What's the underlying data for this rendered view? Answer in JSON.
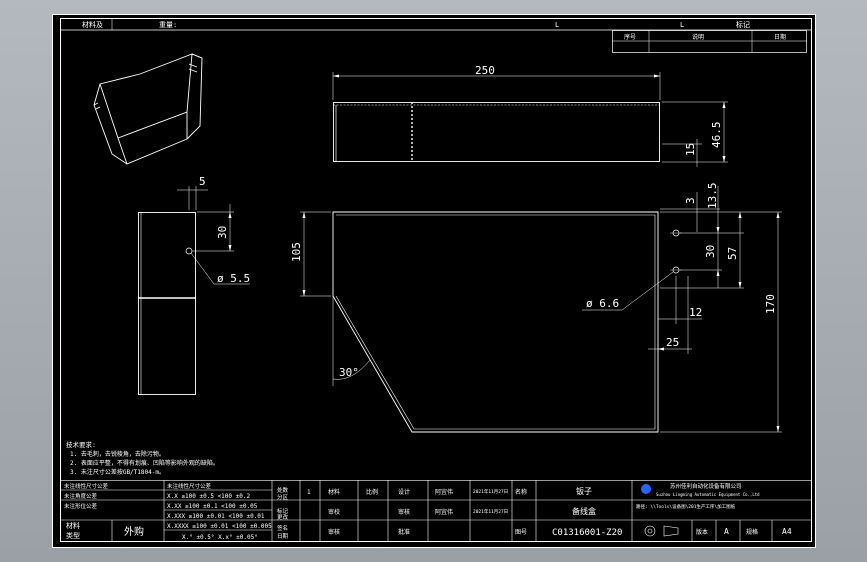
{
  "title_block_top": {
    "left_label_1": "材料及",
    "left_label_2": "重量:",
    "mark_1": "L",
    "mark_2": "L",
    "right_label": "标记",
    "rev_col_1": "序号",
    "rev_col_2": "说明",
    "rev_col_3": "日期"
  },
  "dimensions": {
    "top_width": "250",
    "top_height": "46.5",
    "top_small": "15",
    "side_top": "5",
    "side_30": "30",
    "side_hole": "ø 5.5",
    "main_105": "105",
    "main_3": "3",
    "main_13_5": "13.5",
    "main_30": "30",
    "main_57": "57",
    "main_170": "170",
    "main_hole": "ø 6.6",
    "main_12": "12",
    "main_25": "25",
    "main_angle": "30°"
  },
  "notes": {
    "heading": "技术要求:",
    "line_1": "1. 去毛刺，去锐棱角，去除污物。",
    "line_2": "2. 表面应平整，不得有划痕、凹陷等影响外观的缺陷。",
    "line_3": "3. 未注尺寸公差按GB/T1804-m。"
  },
  "tolerance_table": {
    "head_left_1": "未注线性尺寸公差",
    "head_left_2": "未注角度公差",
    "head_left_3": "未注形位公差",
    "head_right": "未注线性尺寸公差",
    "rows": [
      "X.X    ≥100 ±0.5  <100 ±0.2",
      "X.XX   ≥100 ±0.1  <100 ±0.05",
      "X.XXX  ≥100 ±0.01 <100 ±0.01",
      "X.XXXX ≥100 ±0.01 <100 ±0.005"
    ],
    "angle_row": "X.°  ±0.5°     X.x° ±0.05°",
    "material_label_1": "材料",
    "material_label_2": "类型",
    "material_value": "外购"
  },
  "title_block": {
    "c1": "处数",
    "c2": "分区",
    "c3": "1",
    "c4": "材料",
    "c5": "比例",
    "c6": "设计",
    "c7": "阿宜伟",
    "c8": "2021年11月27日",
    "c9": "名称",
    "part_type": "钣子",
    "part_name": "备线盒",
    "company_cn": "苏州佳利自动化设备有限公司",
    "company_en": "Suzhou Lingming Automatic Equipment Co.,Ltd",
    "file_path": "路径: \\\\Tools\\设备图\\201生产工序\\加工图纸",
    "r2_c1": "标记",
    "r2_c2": "更改",
    "r2_c3": "审校",
    "r2_c4": "审核",
    "r2_c5": "阿宜伟",
    "r2_c6": "2021年11月27日",
    "r2_c7": "图号",
    "drawing_no": "C01316001-Z20",
    "r3_c1": "签名",
    "r3_c2": "日期",
    "r3_c3": "审核",
    "r3_c4": "批准",
    "r3_c5": "版本",
    "version": "A",
    "r3_c6": "规格",
    "size": "A4"
  },
  "colors": {
    "background": "#a8adb3",
    "sheet": "#000000",
    "line": "#ffffff",
    "logo": "#2266ff"
  }
}
